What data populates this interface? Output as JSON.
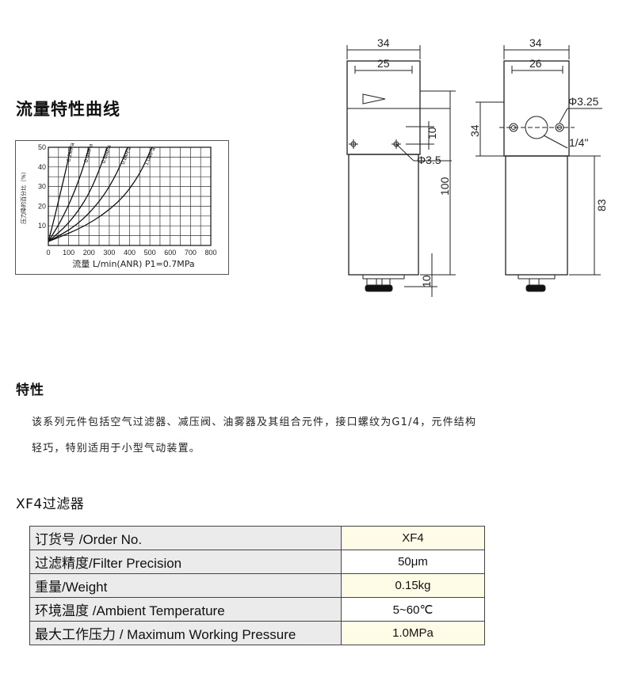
{
  "curve_section": {
    "title": "流量特性曲线"
  },
  "chart_data": {
    "type": "line",
    "title": "",
    "xlabel": "流量 L/min(ANR)  P1=0.7MPa",
    "ylabel": "压力降的百分比（%）",
    "x_ticks": [
      "0",
      "100",
      "200",
      "300",
      "400",
      "500",
      "600",
      "700",
      "800"
    ],
    "y_ticks": [
      "10",
      "20",
      "30",
      "40",
      "50"
    ],
    "xlim": [
      0,
      800
    ],
    "ylim": [
      0,
      50
    ],
    "grid": true,
    "series": [
      {
        "name": "0.2MPa",
        "x": [
          0,
          30,
          60,
          90,
          110
        ],
        "y": [
          2,
          14,
          27,
          40,
          50
        ]
      },
      {
        "name": "0.4MPa",
        "x": [
          0,
          60,
          120,
          170,
          200
        ],
        "y": [
          2,
          12,
          25,
          39,
          50
        ]
      },
      {
        "name": "0.6MPa",
        "x": [
          0,
          100,
          190,
          250,
          290
        ],
        "y": [
          2,
          11,
          24,
          38,
          50
        ]
      },
      {
        "name": "0.8MPa",
        "x": [
          0,
          140,
          260,
          340,
          390
        ],
        "y": [
          2,
          10,
          23,
          37,
          50
        ]
      },
      {
        "name": "1.0MPa",
        "x": [
          0,
          190,
          350,
          450,
          510
        ],
        "y": [
          2,
          10,
          22,
          36,
          50
        ]
      }
    ]
  },
  "drawing": {
    "dim_34_left": "34",
    "dim_25": "25",
    "dim_10_top": "10",
    "dim_phi35": "Φ3.5",
    "dim_100": "100",
    "dim_10_bottom": "10",
    "dim_34_right": "34",
    "dim_26": "26",
    "dim_phi325": "Φ3.25",
    "dim_34_side": "34",
    "dim_quarter": "1/4\"",
    "dim_83": "83"
  },
  "features": {
    "title": "特性",
    "line1": "该系列元件包括空气过滤器、减压阀、油雾器及其组合元件，接口螺纹为G1/4，元件结构",
    "line2": "轻巧，特别适用于小型气动装置。"
  },
  "spec": {
    "title": "XF4过滤器",
    "rows": [
      {
        "label": "订货号 /Order No.",
        "value": "XF4"
      },
      {
        "label": "过滤精度/Filter Precision",
        "value": "50μm"
      },
      {
        "label": "重量/Weight",
        "value": "0.15kg"
      },
      {
        "label": "环境温度 /Ambient Temperature",
        "value": "5~60℃"
      },
      {
        "label": "最大工作压力 / Maximum Working Pressure",
        "value": "1.0MPa"
      }
    ]
  }
}
